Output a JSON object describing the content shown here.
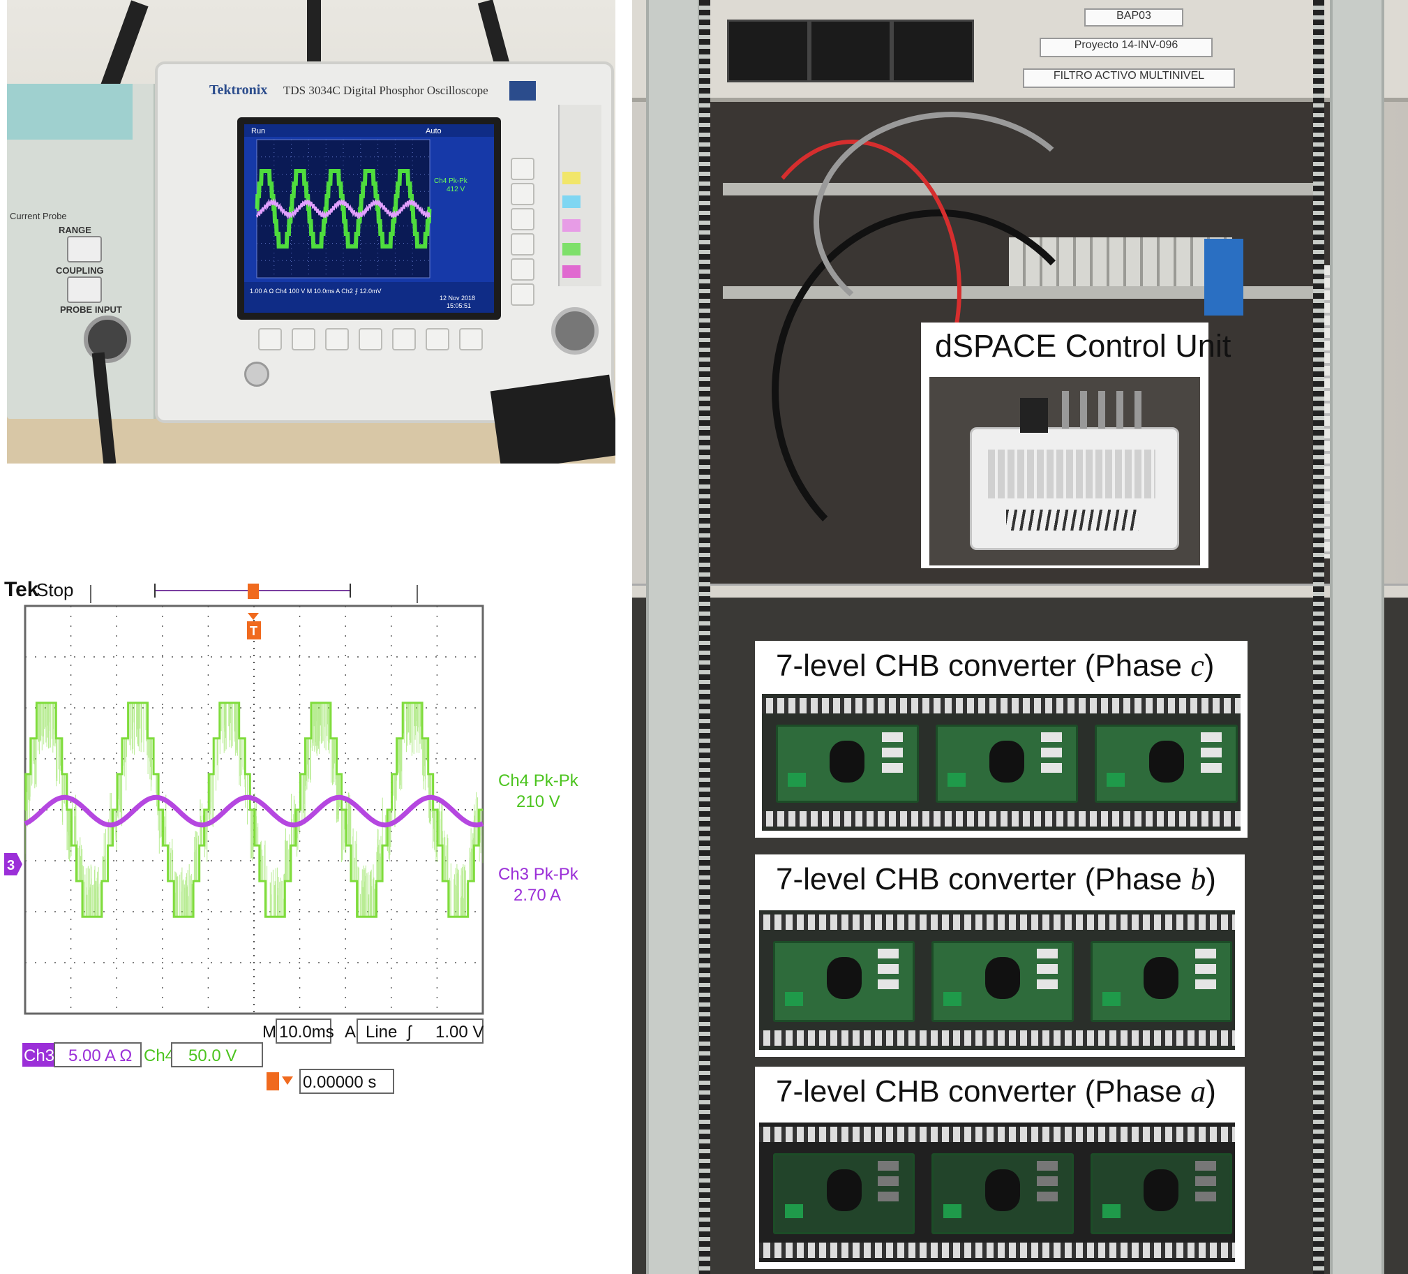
{
  "scope_photo": {
    "brand": "Tektronix",
    "model": "TDS 3034C Digital Phosphor Oscilloscope",
    "screen": {
      "status": "Run",
      "trigger_mode": "Auto",
      "ch4_readout": "Ch4 Pk-Pk",
      "ch4_value": "412 V",
      "bottom_line": "1.00 A Ω  Ch4  100 V   M 10.0ms  A Ch2 ⨍ 12.0mV",
      "date": "12 Nov 2018",
      "time": "15:05:51"
    },
    "probe_panel": {
      "title": "Current Probe",
      "range_label": "RANGE",
      "coupling_label": "COUPLING",
      "probe_input_label": "PROBE INPUT"
    }
  },
  "rack_photo": {
    "tags": [
      "BAP03",
      "Proyecto 14-INV-096",
      "FILTRO ACTIVO MULTINIVEL"
    ],
    "labels": {
      "dspace": "dSPACE Control Unit",
      "phase_c_prefix": "7-level CHB converter (Phase ",
      "phase_c_var": "c",
      "phase_b_prefix": "7-level CHB converter (Phase ",
      "phase_b_var": "b",
      "phase_a_prefix": "7-level CHB converter (Phase ",
      "phase_a_var": "a",
      "close_paren": ")"
    }
  },
  "oscilloscope": {
    "header": {
      "brand": "Tek",
      "state": "Stop",
      "trigger_marker": "T"
    },
    "readouts": [
      {
        "line1": "Ch4 Pk-Pk",
        "line2": "210 V",
        "color": "#4cc41f"
      },
      {
        "line1": "Ch3 Pk-Pk",
        "line2": "2.70 A",
        "color": "#9b2fd8"
      }
    ],
    "channel_marker": "3",
    "timebase": {
      "m_label": "M",
      "m_value": "10.0ms",
      "a_label": "A",
      "source": "Line",
      "slope": "ʃ",
      "level": "1.00 V"
    },
    "ch3": {
      "label": "Ch3",
      "scale": "5.00 A Ω"
    },
    "ch4": {
      "label": "Ch4",
      "scale": "50.0 V"
    },
    "trigger_pos": {
      "value": "0.00000 s"
    },
    "colors": {
      "ch3": "#b547e0",
      "ch4": "#7fdc3c",
      "trigger": "#f06a1e",
      "grid": "#555555"
    },
    "waveforms": {
      "ch3_current": {
        "peak_to_peak_A": 2.7,
        "cycles_on_screen": 5
      },
      "ch4_voltage": {
        "peak_to_peak_V": 210,
        "levels": 7,
        "cycles_on_screen": 5
      }
    }
  }
}
